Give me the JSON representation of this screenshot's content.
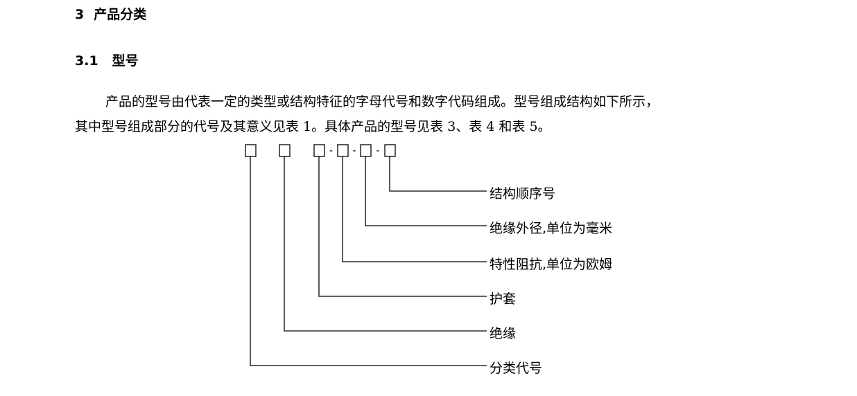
{
  "section": {
    "number": "3",
    "title": "产品分类"
  },
  "subsection": {
    "number": "3.1",
    "title": "型号"
  },
  "paragraph": {
    "line1": "产品的型号由代表一定的类型或结构特征的字母代号和数字代码组成。型号组成结构如下所示，",
    "line2": "其中型号组成部分的代号及其意义见表 1。具体产品的型号见表 3、表 4 和表 5。"
  },
  "diagram": {
    "separator": "-",
    "labels": [
      "结构顺序号",
      "绝缘外径,单位为毫米",
      "特性阻抗,单位为欧姆",
      "护套",
      "绝缘",
      "分类代号"
    ]
  }
}
